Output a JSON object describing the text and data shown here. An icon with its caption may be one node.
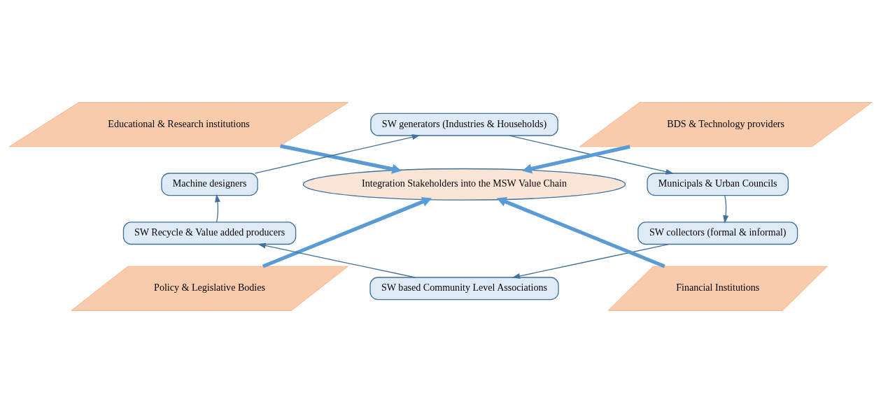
{
  "diagram": {
    "nodes": [
      {
        "text": [
          "Educational & Research institutions"
        ]
      },
      {
        "text": [
          "SW generators (Industries & Households)"
        ]
      },
      {
        "text": [
          "BDS & Technology providers"
        ]
      },
      {
        "text": [
          "Machine designers"
        ]
      },
      {
        "text": [
          "Integration Stakeholders into the MSW Value Chain"
        ]
      },
      {
        "text": [
          "Municipals & Urban Councils"
        ]
      },
      {
        "text": [
          "SW Recycle & Value added producers"
        ]
      },
      {
        "text": [
          "SW collectors (formal & informal)"
        ]
      },
      {
        "text": [
          "Policy & Legislative Bodies"
        ]
      },
      {
        "text": [
          "SW based Community Level Associations"
        ]
      },
      {
        "text": [
          "Financial Institutions"
        ]
      }
    ],
    "edges": [
      {
        "from": 1,
        "to": 5,
        "arrow": "to"
      },
      {
        "from": 5,
        "to": 7,
        "arrow": "to"
      },
      {
        "from": 7,
        "to": 9,
        "arrow": "to"
      },
      {
        "from": 9,
        "to": 6,
        "arrow": "to"
      },
      {
        "from": 6,
        "to": 3,
        "arrow": "to"
      },
      {
        "from": 3,
        "to": 1,
        "arrow": "to"
      },
      {
        "from": 0,
        "to": 4,
        "arrow": "to",
        "style": "thick",
        "color": "#5b9bd5"
      },
      {
        "from": 2,
        "to": 4,
        "arrow": "to",
        "style": "thick",
        "color": "#5b9bd5"
      },
      {
        "from": 8,
        "to": 4,
        "arrow": "to",
        "style": "thick",
        "color": "#5b9bd5"
      },
      {
        "from": 10,
        "to": 4,
        "arrow": "to",
        "style": "thick",
        "color": "#5b9bd5"
      }
    ]
  }
}
